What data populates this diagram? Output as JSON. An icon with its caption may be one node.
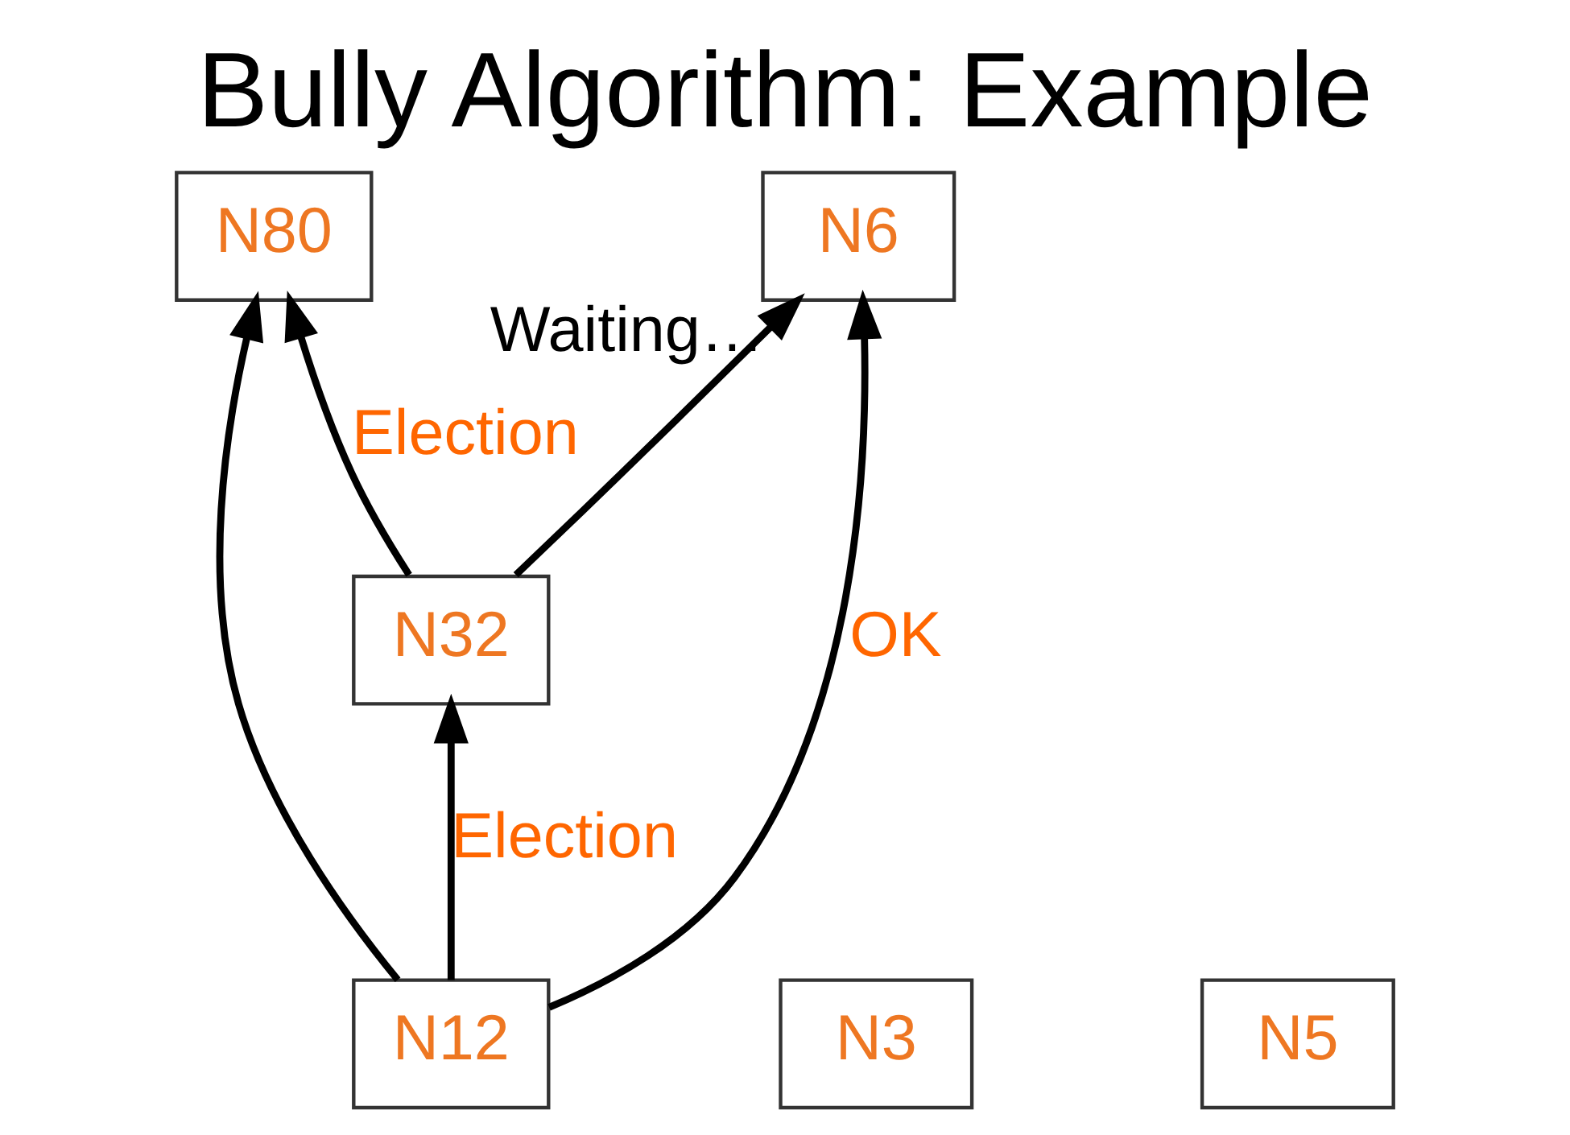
{
  "diagram": {
    "title": "Bully Algorithm: Example",
    "nodes": [
      {
        "text": [
          "N80"
        ]
      },
      {
        "text": [
          "N3"
        ]
      },
      {
        "text": [
          "N32"
        ]
      },
      {
        "text": [
          "N5"
        ]
      },
      {
        "text": [
          "N12"
        ]
      },
      {
        "text": [
          "N6"
        ],
        "beside": [
          "Waiting…"
        ]
      }
    ],
    "edges": [
      {
        "from": 2,
        "to": 0,
        "arrow": "to",
        "label": "Election"
      },
      {
        "from": 4,
        "to": 0,
        "arrow": "to"
      },
      {
        "from": 4,
        "to": 2,
        "arrow": "to",
        "label": "Election"
      },
      {
        "from": 2,
        "to": 5,
        "arrow": "to"
      },
      {
        "from": 4,
        "to": 5,
        "arrow": "to",
        "label": "OK"
      }
    ]
  }
}
